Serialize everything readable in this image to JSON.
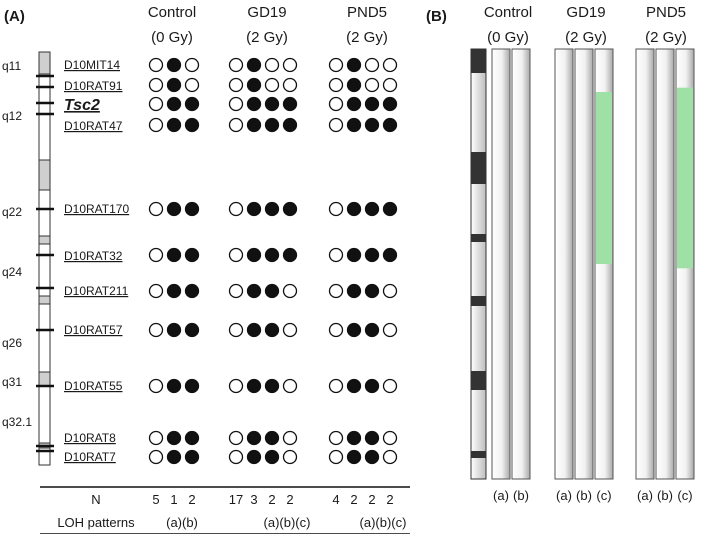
{
  "panel_a": {
    "label": "(A)",
    "groups": [
      {
        "title": "Control",
        "dose": "(0 Gy)"
      },
      {
        "title": "GD19",
        "dose": "(2 Gy)"
      },
      {
        "title": "PND5",
        "dose": "(2 Gy)"
      }
    ],
    "bands": [
      "q11",
      "q12",
      "q22",
      "q24",
      "q26",
      "q31",
      "q32.1"
    ],
    "markers": [
      {
        "name": "D10MIT14",
        "calls": [
          [
            0,
            1,
            0
          ],
          [
            0,
            1,
            0,
            0
          ],
          [
            0,
            1,
            0,
            0
          ]
        ]
      },
      {
        "name": "D10RAT91",
        "calls": [
          [
            0,
            1,
            0
          ],
          [
            0,
            1,
            0,
            0
          ],
          [
            0,
            1,
            0,
            0
          ]
        ]
      },
      {
        "name": "Tsc2",
        "emphasis": true,
        "calls": [
          [
            0,
            1,
            1
          ],
          [
            0,
            1,
            1,
            1
          ],
          [
            0,
            1,
            1,
            1
          ]
        ]
      },
      {
        "name": "D10RAT47",
        "calls": [
          [
            0,
            1,
            1
          ],
          [
            0,
            1,
            1,
            1
          ],
          [
            0,
            1,
            1,
            1
          ]
        ]
      },
      {
        "name": "D10RAT170",
        "calls": [
          [
            0,
            1,
            1
          ],
          [
            0,
            1,
            1,
            1
          ],
          [
            0,
            1,
            1,
            1
          ]
        ]
      },
      {
        "name": "D10RAT32",
        "calls": [
          [
            0,
            1,
            1
          ],
          [
            0,
            1,
            1,
            1
          ],
          [
            0,
            1,
            1,
            1
          ]
        ]
      },
      {
        "name": "D10RAT211",
        "calls": [
          [
            0,
            1,
            1
          ],
          [
            0,
            1,
            1,
            0
          ],
          [
            0,
            1,
            1,
            0
          ]
        ]
      },
      {
        "name": "D10RAT57",
        "calls": [
          [
            0,
            1,
            1
          ],
          [
            0,
            1,
            1,
            0
          ],
          [
            0,
            1,
            1,
            0
          ]
        ]
      },
      {
        "name": "D10RAT55",
        "calls": [
          [
            0,
            1,
            1
          ],
          [
            0,
            1,
            1,
            0
          ],
          [
            0,
            1,
            1,
            0
          ]
        ]
      },
      {
        "name": "D10RAT8",
        "calls": [
          [
            0,
            1,
            1
          ],
          [
            0,
            1,
            1,
            0
          ],
          [
            0,
            1,
            1,
            0
          ]
        ]
      },
      {
        "name": "D10RAT7",
        "calls": [
          [
            0,
            1,
            1
          ],
          [
            0,
            1,
            1,
            0
          ],
          [
            0,
            1,
            1,
            0
          ]
        ]
      }
    ],
    "n_label": "N",
    "n_values": [
      [
        "5",
        "1",
        "2"
      ],
      [
        "17",
        "3",
        "2",
        "2"
      ],
      [
        "4",
        "2",
        "2",
        "2"
      ]
    ],
    "loh_label": "LOH patterns",
    "loh_patterns": [
      [
        "(a)",
        "(b)"
      ],
      [
        "(a)",
        "(b)",
        "(c)"
      ],
      [
        "(a)",
        "(b)",
        "(c)"
      ]
    ]
  },
  "panel_b": {
    "label": "(B)",
    "groups": [
      {
        "title": "Control",
        "dose": "(0 Gy)",
        "bars": [
          "(a)",
          "(b)"
        ],
        "loh_fraction": [
          null,
          null
        ]
      },
      {
        "title": "GD19",
        "dose": "(2 Gy)",
        "bars": [
          "(a)",
          "(b)",
          "(c)"
        ],
        "loh_fraction": [
          null,
          null,
          [
            0.1,
            0.5
          ]
        ]
      },
      {
        "title": "PND5",
        "dose": "(2 Gy)",
        "bars": [
          "(a)",
          "(b)",
          "(c)"
        ],
        "loh_fraction": [
          null,
          null,
          [
            0.09,
            0.51
          ]
        ]
      }
    ]
  },
  "colors": {
    "filled": "#111111",
    "empty": "#ffffff",
    "loh_highlight": "#9fe0a6",
    "chromosome_band": "#d0d0d0",
    "chromosome_dark": "#333333"
  }
}
